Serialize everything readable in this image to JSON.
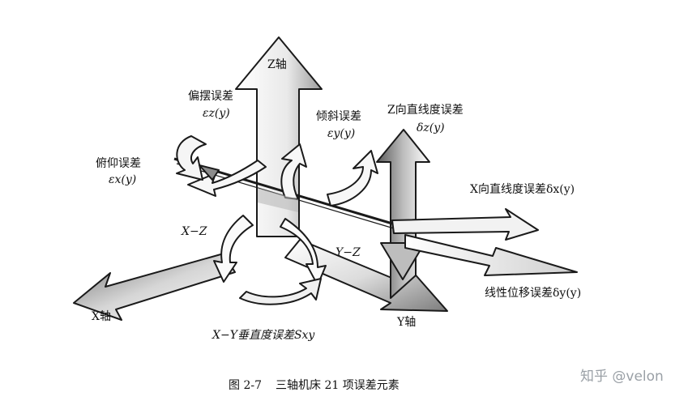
{
  "axes": {
    "z_axis": "Z轴",
    "x_axis": "X轴",
    "y_axis": "Y轴"
  },
  "errors": {
    "yaw_name": "偏摆误差",
    "yaw_symbol": "εz(y)",
    "tilt_name": "倾斜误差",
    "tilt_symbol": "εy(y)",
    "pitch_name": "俯仰误差",
    "pitch_symbol": "εx(y)",
    "z_straightness_name": "Z向直线度误差",
    "z_straightness_symbol": "δz(y)",
    "x_straightness": "X向直线度误差δx(y)",
    "linear_positioning": "线性位移误差δy(y)",
    "xz_squareness": "X−Z",
    "yz_squareness": "Y−Z",
    "xy_squareness": "X−Y垂直度误差Sxy"
  },
  "caption": {
    "number": "图 2-7",
    "title": "三轴机床 21 项误差元素"
  },
  "watermark": "知乎 @velon",
  "colors": {
    "ink": "#1a1a1a",
    "shade": "#8c8c8c",
    "light": "#f4f4f4"
  }
}
